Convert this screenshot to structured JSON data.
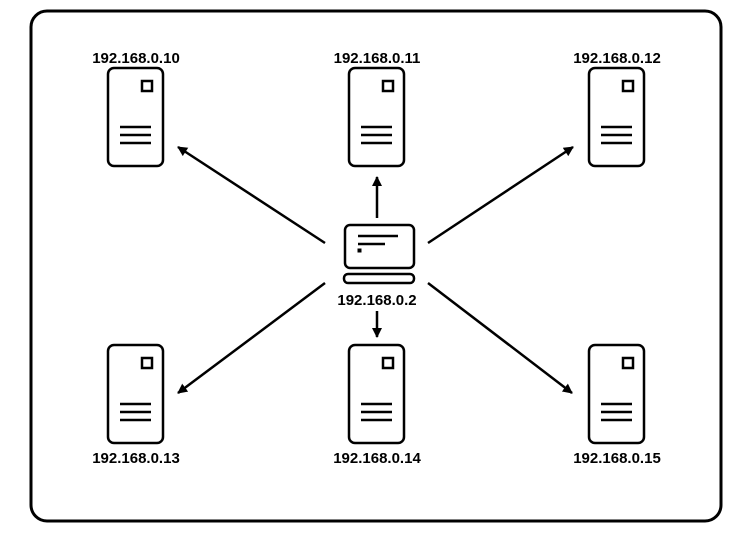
{
  "laptop": {
    "label": "192.168.0.2",
    "icon": "laptop-icon"
  },
  "servers": [
    {
      "label": "192.168.0.10",
      "icon": "server-icon"
    },
    {
      "label": "192.168.0.11",
      "icon": "server-icon"
    },
    {
      "label": "192.168.0.12",
      "icon": "server-icon"
    },
    {
      "label": "192.168.0.13",
      "icon": "server-icon"
    },
    {
      "label": "192.168.0.14",
      "icon": "server-icon"
    },
    {
      "label": "192.168.0.15",
      "icon": "server-icon"
    }
  ],
  "colors": {
    "stroke": "#000000",
    "background": "#ffffff"
  }
}
